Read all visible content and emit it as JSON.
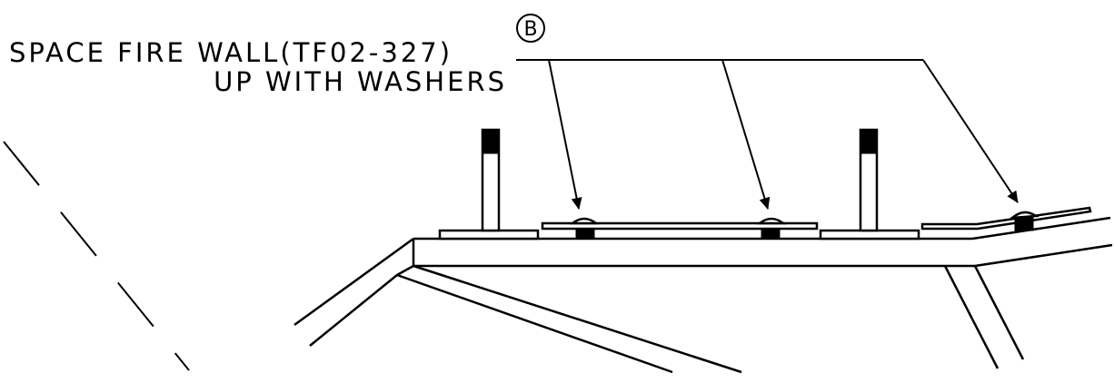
{
  "note": {
    "line1": "SPACE FIRE WALL(TF02-327)",
    "line2": "UP WITH WASHERS",
    "callout_letter": "B"
  },
  "colors": {
    "ink": "#000000",
    "background": "#ffffff"
  }
}
